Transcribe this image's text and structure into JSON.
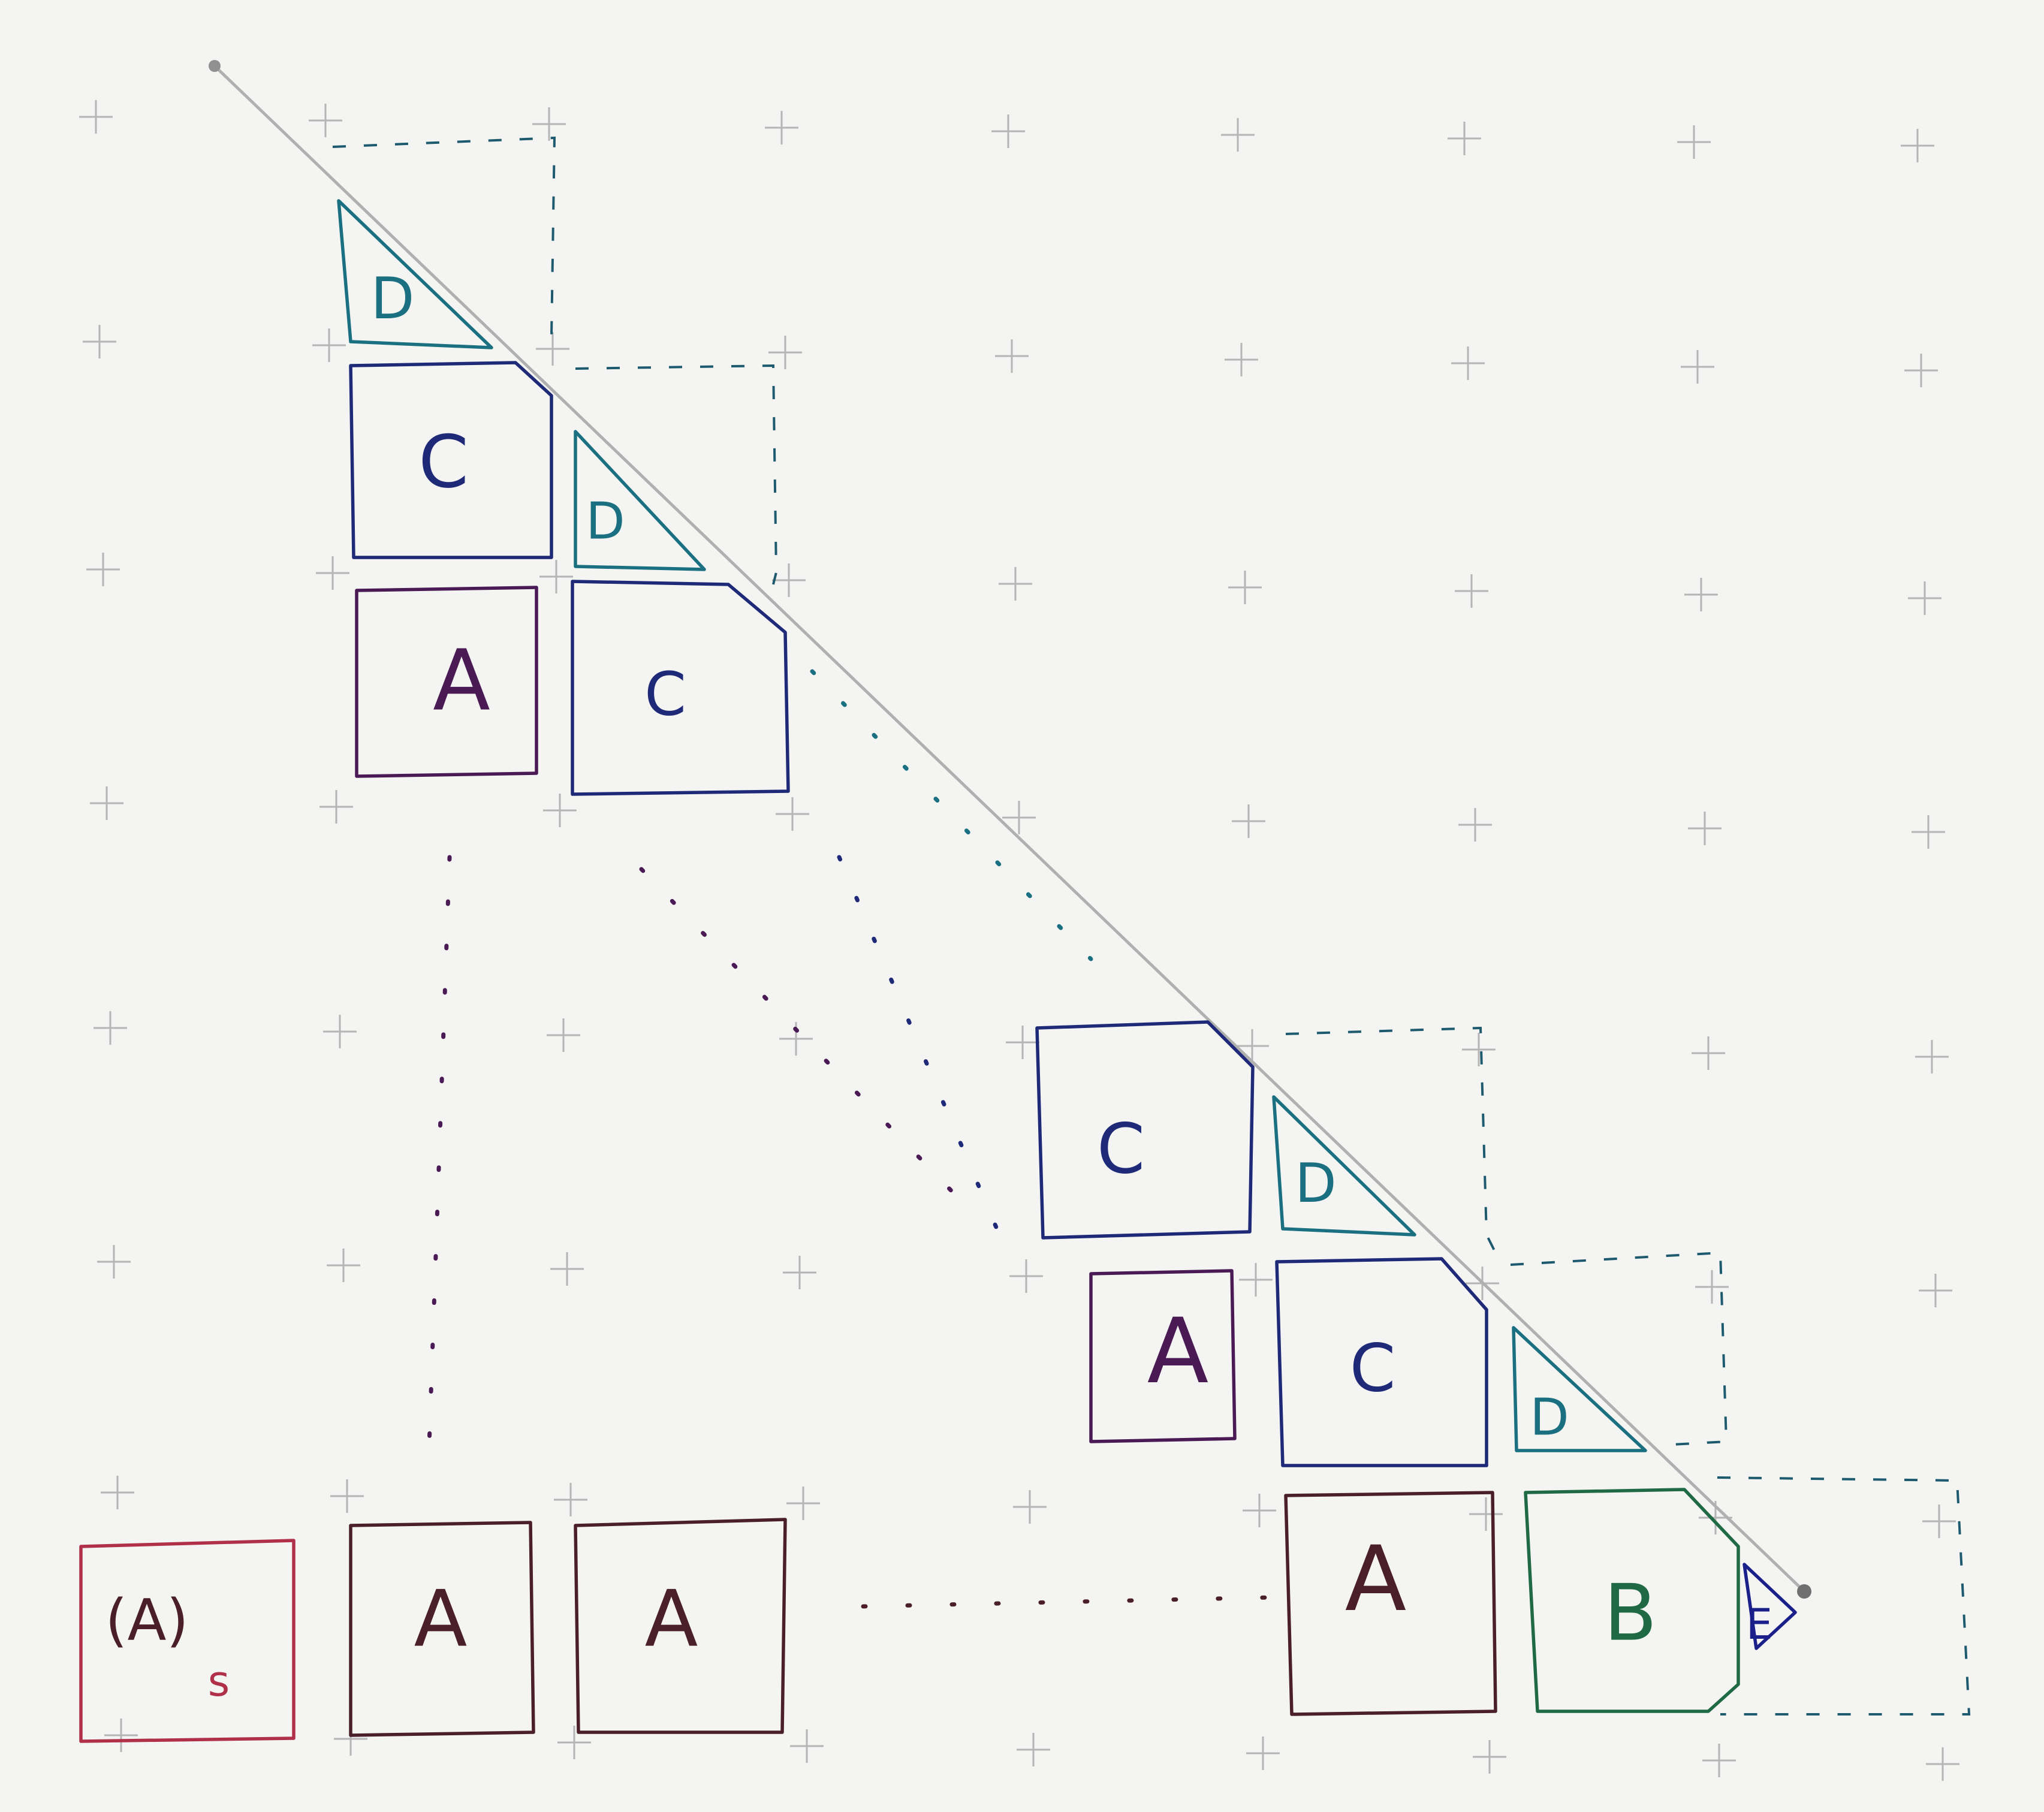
{
  "labels": {
    "a": "A",
    "a_paren": "(A)",
    "s": "s",
    "b": "B",
    "c": "C",
    "d": "D",
    "e": "E"
  },
  "colors": {
    "a": "#4a1a55",
    "a_start": "#b0304a",
    "a_row": "#4a1e2a",
    "b": "#1f6a45",
    "c": "#1e2a78",
    "d": "#1a7080",
    "e": "#1a1f8a",
    "diagonal": "#b0b0b0",
    "grid": "#b5b5b5"
  }
}
